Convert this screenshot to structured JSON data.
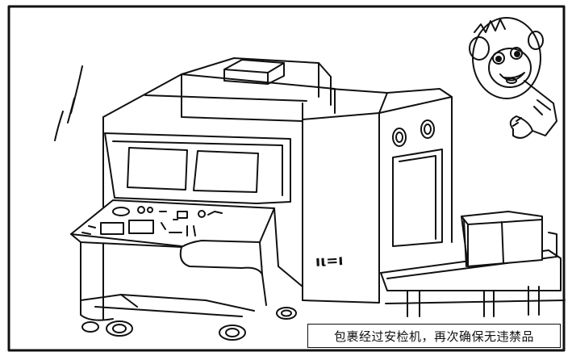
{
  "caption": "包裹经过安检机，再次确保无违禁品",
  "machine_label": "ıι=ı",
  "icons": {
    "machine": "xray-scanner-illustration",
    "monkey": "monkey-mascot-illustration",
    "package": "cardboard-box-illustration"
  }
}
